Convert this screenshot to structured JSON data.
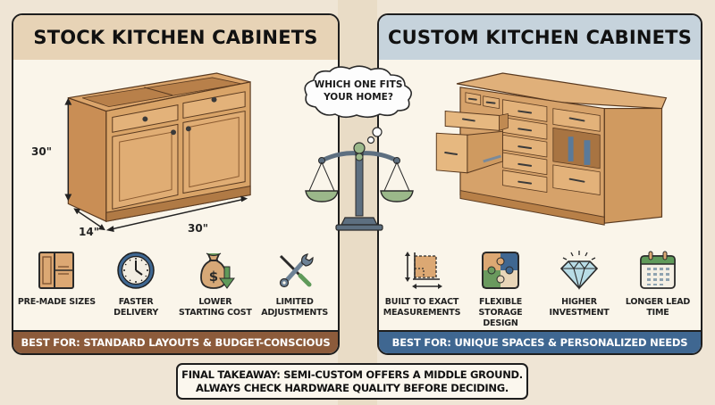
{
  "left_panel": {
    "title": "STOCK KITCHEN CABINETS",
    "header_color": "#e7d3b6",
    "footer_color": "#8c5b3b",
    "dimensions": {
      "height": "30\"",
      "depth": "14\"",
      "width": "30\""
    },
    "features": [
      {
        "icon": "cabinet-icon",
        "label": "PRE-MADE SIZES"
      },
      {
        "icon": "clock-icon",
        "label": "FASTER DELIVERY"
      },
      {
        "icon": "money-bag-down-icon",
        "label": "LOWER STARTING COST"
      },
      {
        "icon": "tools-icon",
        "label": "LIMITED ADJUSTMENTS"
      }
    ],
    "best_for": "BEST FOR: STANDARD LAYOUTS & BUDGET-CONSCIOUS"
  },
  "right_panel": {
    "title": "CUSTOM KITCHEN CABINETS",
    "header_color": "#c6d3dc",
    "footer_color": "#3f6791",
    "features": [
      {
        "icon": "measurement-icon",
        "label": "BUILT TO EXACT MEASUREMENTS"
      },
      {
        "icon": "puzzle-icon",
        "label": "FLEXIBLE STORAGE DESIGN"
      },
      {
        "icon": "diamond-icon",
        "label": "HIGHER INVESTMENT"
      },
      {
        "icon": "calendar-icon",
        "label": "LONGER LEAD TIME"
      }
    ],
    "best_for": "BEST FOR: UNIQUE SPACES & PERSONALIZED NEEDS"
  },
  "center": {
    "question_line1": "WHICH ONE FITS",
    "question_line2": "YOUR HOME?",
    "icon": "balance-scale-icon"
  },
  "takeaway": {
    "line1": "FINAL TAKEAWAY: SEMI-CUSTOM OFFERS A MIDDLE GROUND.",
    "line2": "ALWAYS CHECK HARDWARE QUALITY BEFORE DECIDING."
  }
}
